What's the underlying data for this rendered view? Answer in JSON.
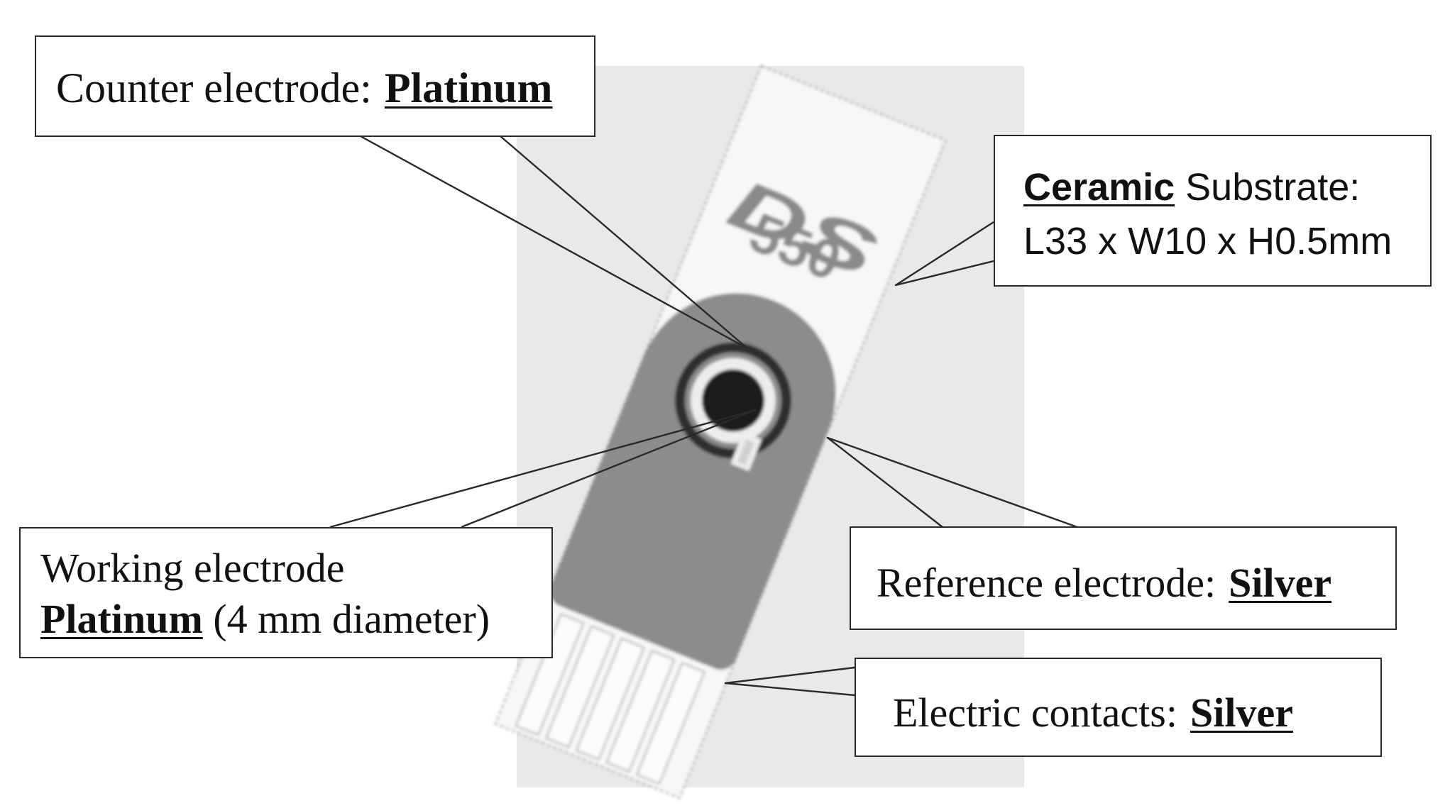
{
  "sensor": {
    "brand": "DS",
    "model": "550"
  },
  "callouts": {
    "counter": {
      "label": "Counter electrode:",
      "material": "Platinum"
    },
    "ceramic": {
      "material": "Ceramic",
      "label": "Substrate:",
      "dimensions": "L33 x W10 x H0.5mm"
    },
    "working": {
      "label": "Working electrode",
      "material": "Platinum",
      "detail": "(4 mm diameter)"
    },
    "reference": {
      "label": "Reference electrode:",
      "material": "Silver"
    },
    "contacts": {
      "label": "Electric contacts:",
      "material": "Silver"
    }
  },
  "colors": {
    "photo_background": "#e9e9e9",
    "substrate": "#f7f7f7",
    "electrode_pad": "#8c8c8c",
    "counter_ring": "#2e2e2e",
    "working_disc": "#1f1f1f",
    "leader_line": "#2a2a2a"
  }
}
